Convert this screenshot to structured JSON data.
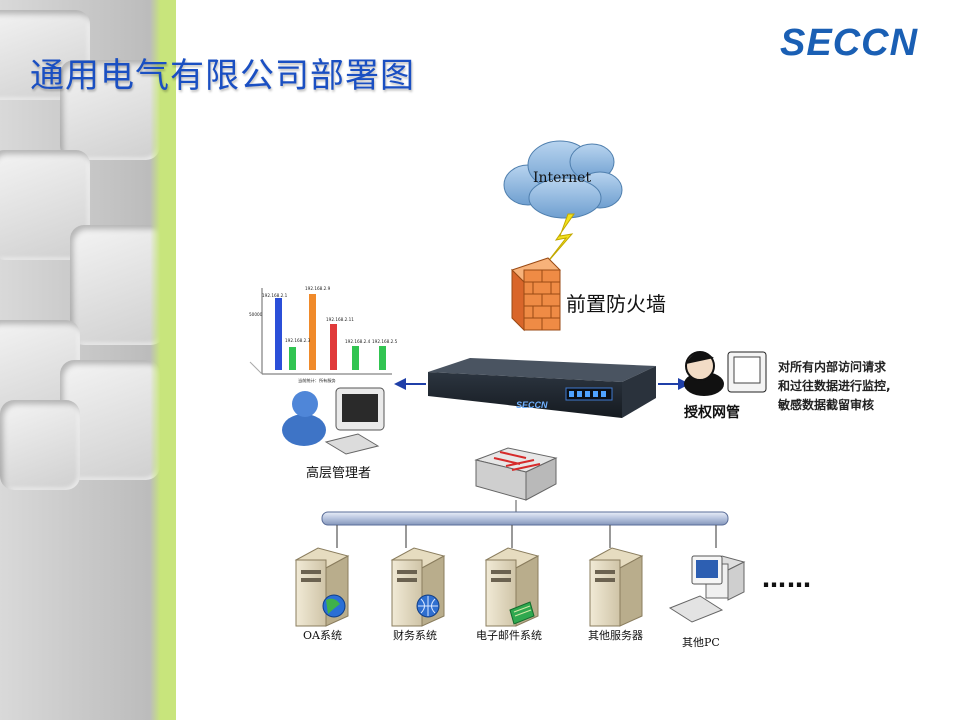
{
  "title": "通用电气有限公司部署图",
  "logo": "SECCN",
  "internet_label": "Internet",
  "firewall_label": "前置防火墙",
  "device_brand": "SECCN",
  "admin_label": "授权网管",
  "admin_note": [
    "对所有内部访问请求",
    "和过往数据进行监控,",
    "敏感数据截留审核"
  ],
  "manager_label": "高层管理者",
  "servers": [
    "OA系统",
    "财务系统",
    "电子邮件系统",
    "其他服务器",
    "其他PC"
  ],
  "ellipsis": "……",
  "mini_chart": {
    "labels": [
      "192.168.2.1",
      "192.168.2.9",
      "192.168.2.3",
      "192.168.2.11",
      "192.168.2.4",
      "192.168.2.5"
    ],
    "xlabel": "当前统计：所有服务",
    "y_tick": "50000",
    "colors": [
      "#2b4fd8",
      "#31c451",
      "#f08a2a",
      "#e03a3a",
      "#31c451",
      "#31c451"
    ]
  },
  "colors": {
    "title": "#1a4fc2",
    "logo": "#1a5fb4",
    "accent_green": "#c8e57c",
    "arrow": "#1f3fa8"
  }
}
